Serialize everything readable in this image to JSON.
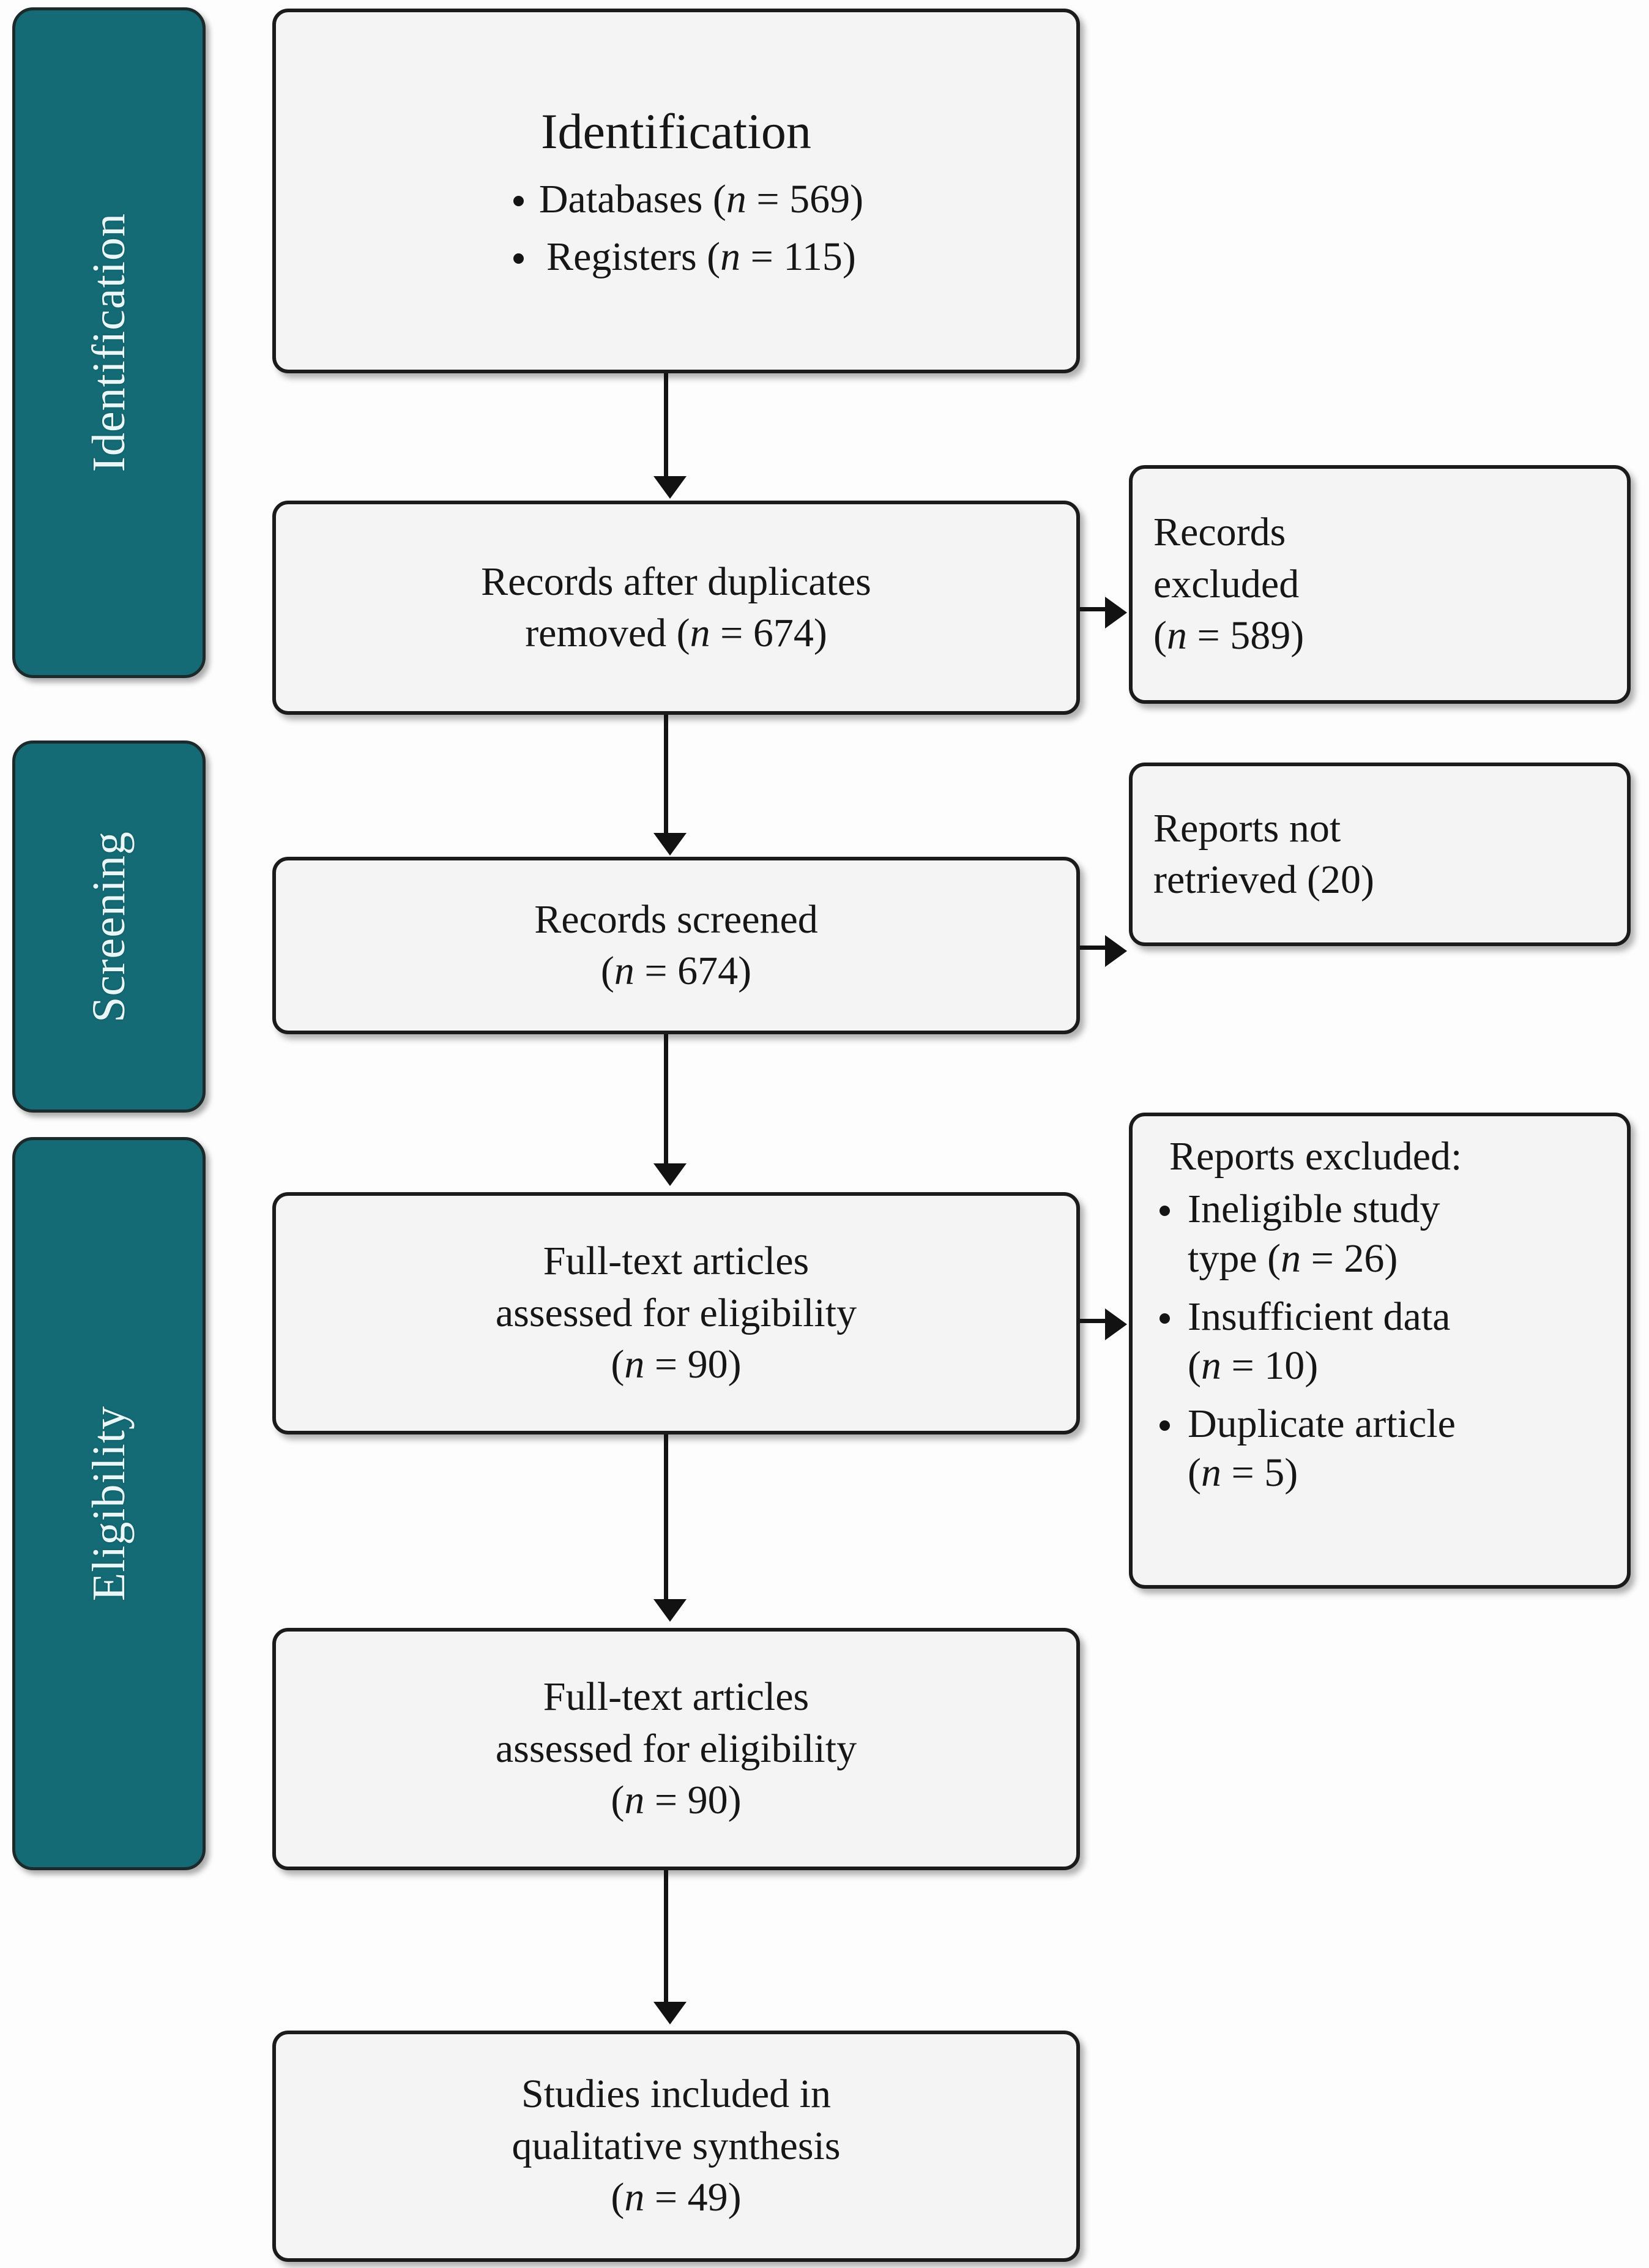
{
  "diagram": {
    "title": "PRISMA flow diagram",
    "type": "prisma-flow",
    "colors": {
      "stage_band": "#146B75",
      "stage_band_text": "#eaf7f8",
      "box_fill": "#f4f4f4",
      "box_border": "#1b1b1b",
      "arrow": "#121212",
      "page_background": "#fdfdfd"
    }
  },
  "stages": [
    {
      "id": "identification",
      "label": "Identification"
    },
    {
      "id": "screening",
      "label": "Screening"
    },
    {
      "id": "eligibility",
      "label": "Eligibility"
    }
  ],
  "main_boxes": [
    {
      "id": "identification-box",
      "title": "Identification",
      "bullets": [
        {
          "text": "Databases (",
          "n_symbol": "n",
          "eq": " = 569)"
        },
        {
          "text": "Registers (",
          "n_symbol": "n",
          "eq": " = 115)"
        }
      ],
      "bullet_full": [
        "Databases (n = 569)",
        "Registers (n = 115)"
      ]
    },
    {
      "id": "records-after-duplicates",
      "lines": [
        "Records after duplicates",
        "removed (n = 674)"
      ],
      "line1": "Records after duplicates",
      "line2_prefix": "removed (",
      "line2_n": "n",
      "line2_suffix": " = 674)"
    },
    {
      "id": "records-screened",
      "lines": [
        "Records screened",
        "(n = 674)"
      ],
      "line1": "Records screened",
      "line2_prefix": "(",
      "line2_n": "n",
      "line2_suffix": " = 674)"
    },
    {
      "id": "full-text-assessed-1",
      "lines": [
        "Full-text articles",
        "assessed for eligibility",
        "(n = 90)"
      ],
      "line1": "Full-text articles",
      "line2": "assessed for eligibility",
      "line3_prefix": "(",
      "line3_n": "n",
      "line3_suffix": " = 90)"
    },
    {
      "id": "full-text-assessed-2",
      "lines": [
        "Full-text articles",
        "assessed for eligibility",
        "(n = 90)"
      ],
      "line1": "Full-text articles",
      "line2": "assessed for eligibility",
      "line3_prefix": "(",
      "line3_n": "n",
      "line3_suffix": " = 90)"
    },
    {
      "id": "studies-included",
      "lines": [
        "Studies included in",
        "qualitative synthesis",
        "(n = 49)"
      ],
      "line1": "Studies included in",
      "line2": "qualitative synthesis",
      "line3_prefix": "(",
      "line3_n": "n",
      "line3_suffix": " = 49)"
    }
  ],
  "side_boxes": [
    {
      "id": "records-excluded",
      "lines": [
        "Records",
        "excluded",
        "(n = 589)"
      ],
      "line1": "Records",
      "line2": "excluded",
      "line3_prefix": "(",
      "line3_n": "n",
      "line3_suffix": " = 589)"
    },
    {
      "id": "reports-not-retrieved",
      "lines": [
        "Reports not",
        "retrieved (20)"
      ],
      "line1": "Reports not",
      "line2": "retrieved (20)"
    },
    {
      "id": "reports-excluded",
      "heading": "Reports excluded:",
      "bullets": [
        {
          "line1": "Ineligible study",
          "line2_prefix": "type (",
          "line2_n": "n",
          "line2_suffix": " = 26)",
          "full": "Ineligible study type (n = 26)"
        },
        {
          "line1": "Insufficient data",
          "line2_prefix": "(",
          "line2_n": "n",
          "line2_suffix": " = 10)",
          "full": "Insufficient data (n = 10)"
        },
        {
          "line1": "Duplicate article",
          "line2_prefix": "(",
          "line2_n": "n",
          "line2_suffix": " = 5)",
          "full": "Duplicate article (n = 5)"
        }
      ]
    }
  ],
  "counts": {
    "databases": 569,
    "registers": 115,
    "records_after_duplicates_removed": 674,
    "records_excluded": 589,
    "records_screened": 674,
    "reports_not_retrieved": 20,
    "full_text_assessed": 90,
    "ineligible_study_type": 26,
    "insufficient_data": 10,
    "duplicate_article": 5,
    "studies_included": 49
  }
}
